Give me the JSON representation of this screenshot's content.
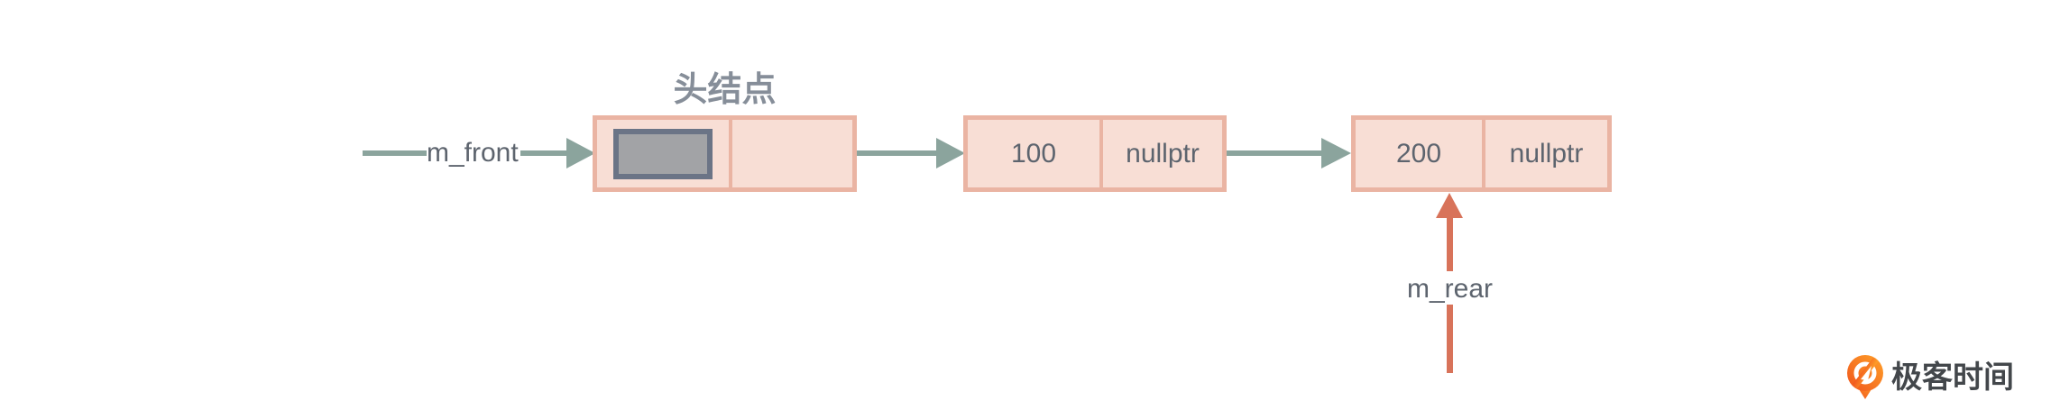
{
  "diagram": {
    "head_node_caption": "头结点",
    "front_pointer_label": "m_front",
    "rear_pointer_label": "m_rear",
    "nodes": [
      {
        "id": "head-node",
        "data": "",
        "next": ""
      },
      {
        "id": "node-1",
        "data": "100",
        "next": "nullptr"
      },
      {
        "id": "node-2",
        "data": "200",
        "next": "nullptr"
      }
    ]
  },
  "branding": {
    "logo_text": "极客时间"
  },
  "colors": {
    "node_fill": "#f8ded5",
    "node_border": "#eab4a3",
    "link_arrow": "#8ba49d",
    "rear_arrow": "#d8735a",
    "label_text": "#5d646e",
    "caption_text": "#868e99",
    "head_slot_fill": "#a2a3a6",
    "head_slot_border": "#6b7486",
    "logo_orange_top": "#ffa228",
    "logo_orange_bottom": "#f0541e",
    "logo_text_color": "#43474b"
  }
}
